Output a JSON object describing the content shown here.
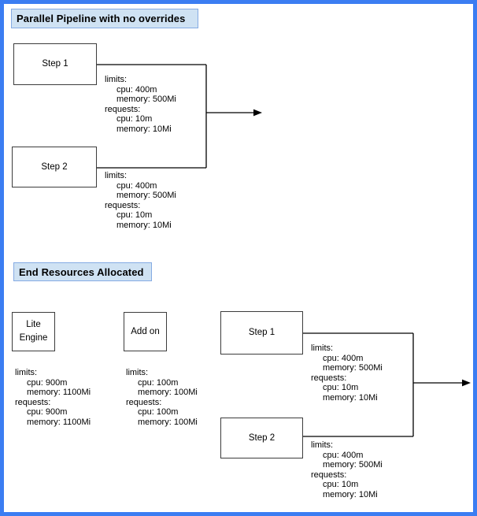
{
  "canvas": {
    "border_color": "#3b7df2",
    "background": "#ffffff"
  },
  "colors": {
    "section_title_fill": "#cfe2f3",
    "section_title_border": "#85abe3",
    "node_border": "#3c3c3c",
    "connector": "#000000",
    "text": "#000000"
  },
  "section1": {
    "title": "Parallel Pipeline with no overrides",
    "step1": {
      "label": "Step 1"
    },
    "step2": {
      "label": "Step 2"
    },
    "step1_resources": {
      "lines": [
        "limits:",
        "cpu: 400m",
        "memory: 500Mi",
        "requests:",
        "cpu: 10m",
        "memory: 10Mi"
      ]
    },
    "step2_resources": {
      "lines": [
        "limits:",
        "cpu: 400m",
        "memory: 500Mi",
        "requests:",
        "cpu: 10m",
        "memory: 10Mi"
      ]
    }
  },
  "section2": {
    "title": "End Resources Allocated",
    "lite_engine": {
      "label": "Lite Engine"
    },
    "addon": {
      "label": "Add on"
    },
    "step1": {
      "label": "Step 1"
    },
    "step2": {
      "label": "Step 2"
    },
    "lite_engine_resources": {
      "lines": [
        "limits:",
        "cpu: 900m",
        "memory: 1100Mi",
        "requests:",
        "cpu: 900m",
        "memory: 1100Mi"
      ]
    },
    "addon_resources": {
      "lines": [
        "limits:",
        "cpu: 100m",
        "memory: 100Mi",
        "requests:",
        "cpu: 100m",
        "memory: 100Mi"
      ]
    },
    "step1_resources": {
      "lines": [
        "limits:",
        "cpu: 400m",
        "memory: 500Mi",
        "requests:",
        "cpu: 10m",
        "memory: 10Mi"
      ]
    },
    "step2_resources": {
      "lines": [
        "limits:",
        "cpu: 400m",
        "memory: 500Mi",
        "requests:",
        "cpu: 10m",
        "memory: 10Mi"
      ]
    }
  }
}
